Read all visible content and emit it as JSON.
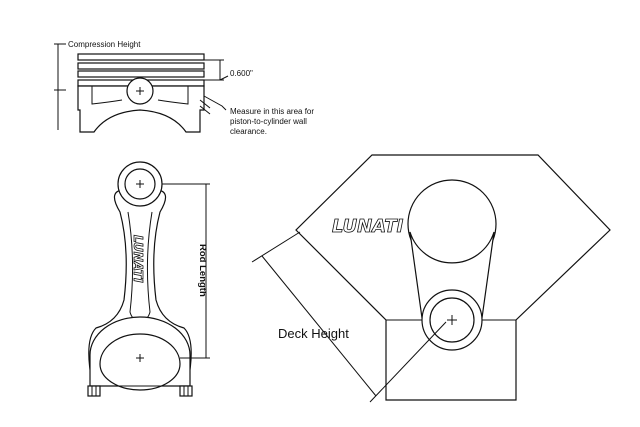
{
  "piston": {
    "compression_height_label": "Compression Height",
    "dimension_value": "0.600\"",
    "measure_note_line1": "Measure in this area for",
    "measure_note_line2": "piston-to-cylinder wall",
    "measure_note_line3": "clearance."
  },
  "rod": {
    "length_label": "Rod Length",
    "logo_text": "LUNATI"
  },
  "engine": {
    "deck_height_label": "Deck Height",
    "logo_text": "LUNATI"
  }
}
